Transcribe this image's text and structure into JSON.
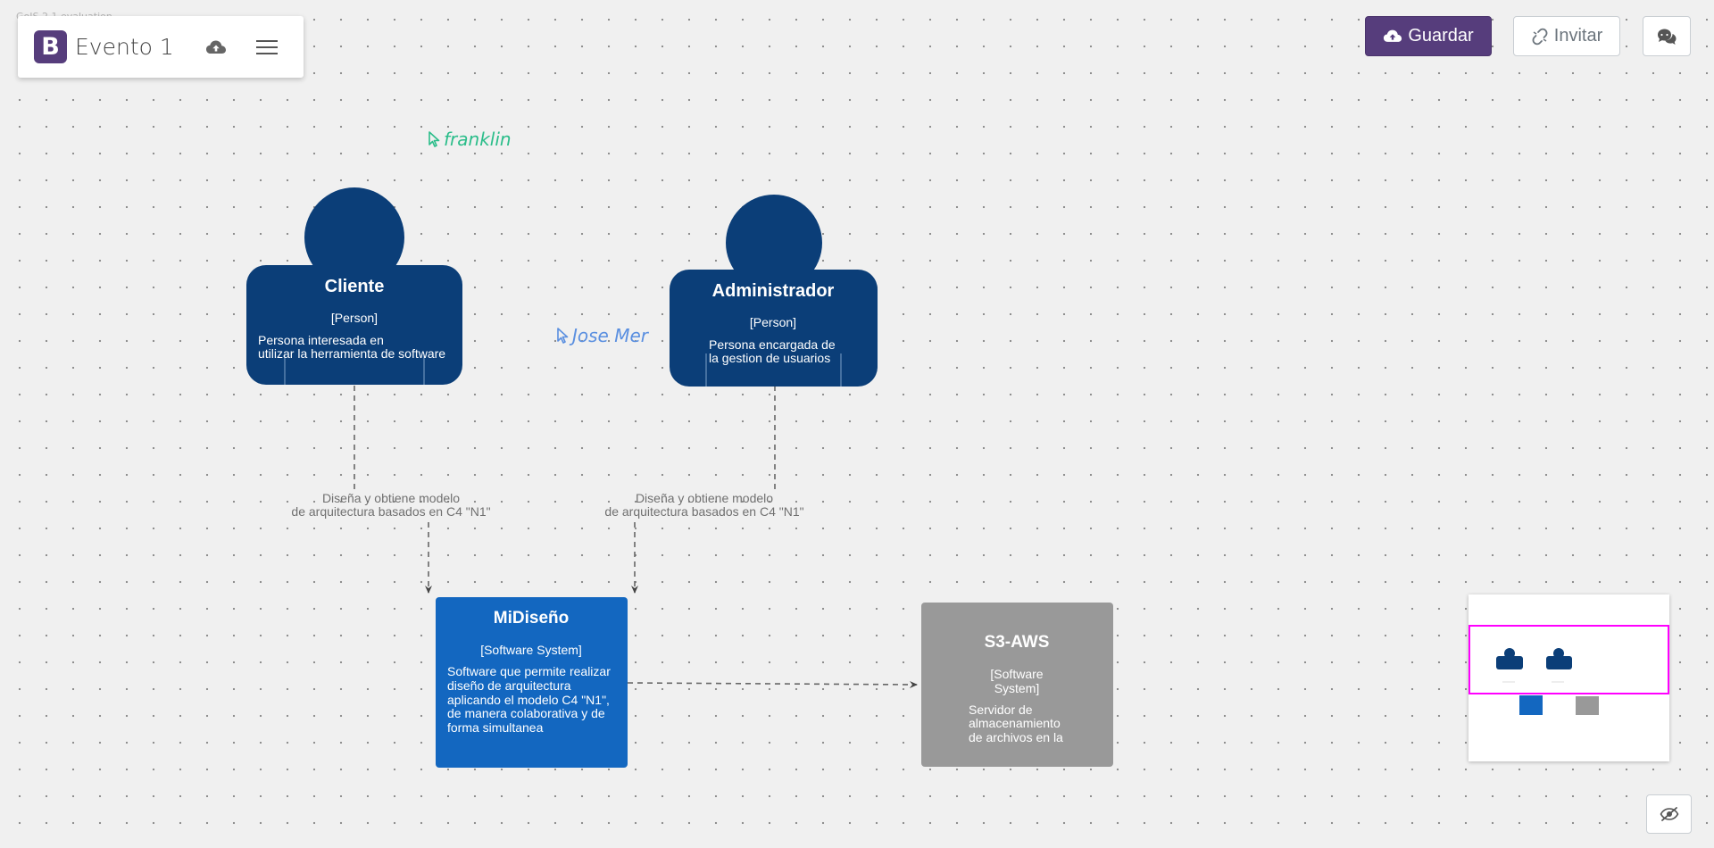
{
  "watermark": "GoJS 2.1 evaluation",
  "document": {
    "logo_letter": "B",
    "title": "Evento 1"
  },
  "toolbar": {
    "save_label": "Guardar",
    "invite_label": "Invitar"
  },
  "cursors": [
    {
      "name": "franklin",
      "color": "#2bbd8a"
    },
    {
      "name": "Jose Mer",
      "color": "#5a8fe0"
    }
  ],
  "nodes": {
    "cliente": {
      "title": "Cliente",
      "kind": "[Person]",
      "desc_line1": "Persona interesada en",
      "desc_line2": "utilizar la herramienta de software"
    },
    "administrador": {
      "title": "Administrador",
      "kind": "[Person]",
      "desc_line1": "Persona encargada de",
      "desc_line2": "la gestion de usuarios"
    },
    "midiseno": {
      "title": "MiDiseño",
      "kind": "[Software System]",
      "desc_line1": "Software que permite realizar",
      "desc_line2": "diseño de arquitectura",
      "desc_line3": "aplicando el modelo C4 \"N1\",",
      "desc_line4": "de manera colaborativa y de",
      "desc_line5": "forma simultanea"
    },
    "s3": {
      "title": "S3-AWS",
      "kind_line1": "[Software",
      "kind_line2": "System]",
      "desc_line1": "Servidor de",
      "desc_line2": "almacenamiento",
      "desc_line3": "de archivos en la"
    }
  },
  "edges": {
    "edge1_line1": "Diseña y obtiene modelo",
    "edge1_line2": "de arquitectura basados en C4 \"N1\"",
    "edge2_line1": "Diseña y obtiene modelo",
    "edge2_line2": "de arquitectura basados en C4 \"N1\""
  },
  "colors": {
    "person": "#0b3e78",
    "software_system": "#1367c0",
    "external_system": "#999999",
    "accent": "#563d7c",
    "minimap_viewport": "#ff00ff"
  },
  "icons": {
    "cloud": "cloud-upload-icon",
    "menu": "hamburger-menu-icon",
    "chat": "chat-bubbles-icon",
    "invite": "link-broken-icon",
    "eye": "eye-slash-icon",
    "cursor": "pointer-cursor-icon"
  }
}
